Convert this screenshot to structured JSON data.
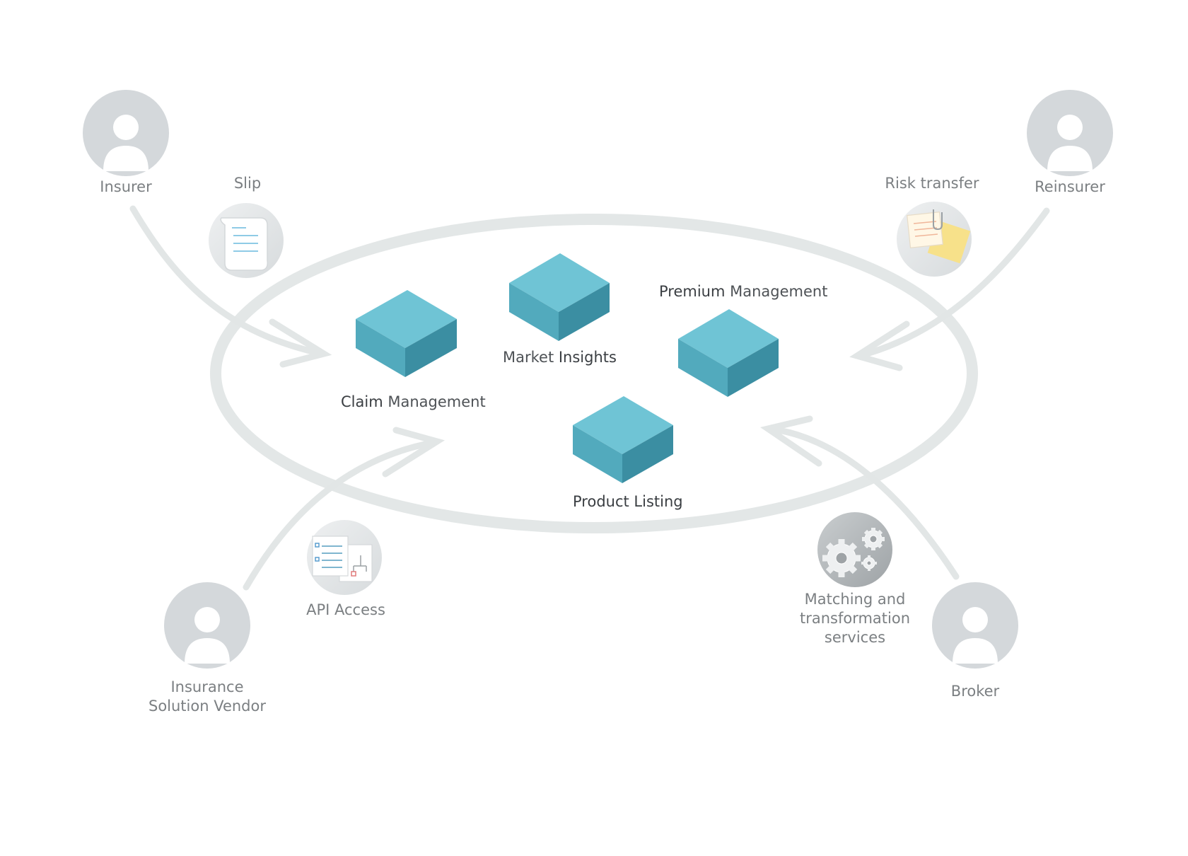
{
  "actors": [
    {
      "id": "insurer",
      "label": "Insurer"
    },
    {
      "id": "reinsurer",
      "label": "Reinsurer"
    },
    {
      "id": "vendor",
      "label": "Insurance\nSolution Vendor"
    },
    {
      "id": "broker",
      "label": "Broker"
    }
  ],
  "artifacts": [
    {
      "id": "slip",
      "label": "Slip",
      "icon": "scroll-icon"
    },
    {
      "id": "risk",
      "label": "Risk transfer",
      "icon": "sticky-notes-icon"
    },
    {
      "id": "api",
      "label": "API Access",
      "icon": "api-document-icon"
    },
    {
      "id": "matching",
      "label": "Matching and\ntransformation\nservices",
      "icon": "gears-icon"
    }
  ],
  "modules": [
    {
      "id": "claim",
      "label_strong": "Claim",
      "label_rest": " Management"
    },
    {
      "id": "market",
      "label_strong": "Market",
      "label_rest": " Insights"
    },
    {
      "id": "premium",
      "label_strong": "Premium",
      "label_rest": " Management"
    },
    {
      "id": "product",
      "label_strong": "Product Listing",
      "label_rest": ""
    }
  ],
  "colors": {
    "cube_top": "#6fc3d4",
    "cube_left": "#52a9bd",
    "cube_right": "#3d8fa3",
    "ring": "#e2e6e6",
    "avatar_bg": "#d3d7da",
    "arrow": "#e0e4e4"
  }
}
